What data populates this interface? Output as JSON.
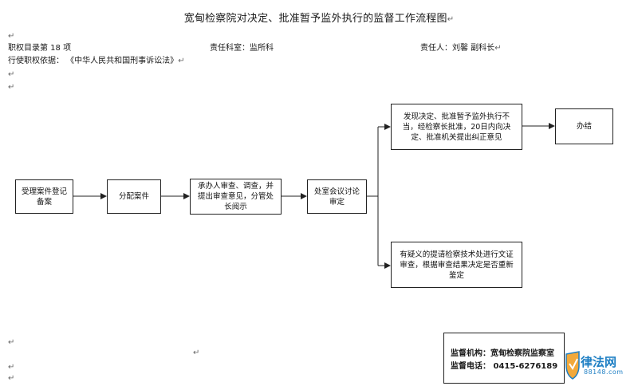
{
  "title": "宽甸检察院对决定、批准暂予监外执行的监督工作流程图",
  "paragraph_mark": "↵",
  "meta": {
    "catalog": "职权目录第 18 项",
    "department": "责任科室：监所科",
    "responsible": "责任人：刘馨    副科长",
    "basis": "行使职权依据：  《中华人民共和国刑事诉讼法》"
  },
  "nodes": {
    "accept": "受理案件登记备案",
    "assign": "分配案件",
    "review": "承办人审查、调查，并提出审查意见，分管处长阅示",
    "discuss": "处室会议讨论审定",
    "correct": "发现决定、批准暂予监外执行不当，经检察长批准，20日内向决定、批准机关提出纠正意见",
    "close": "办结",
    "doubt": "有疑义的提请检察技术处进行文证审查，根据审查结果决定是否重新鉴定"
  },
  "supervision": {
    "agency": "监督机构：宽甸检察院监察室",
    "phone": "监督电话： 0415-6276189"
  },
  "logo": {
    "name": "律法网",
    "sub": "88148.com"
  },
  "colors": {
    "line": "#222222",
    "logo": "#1e7fc4"
  }
}
